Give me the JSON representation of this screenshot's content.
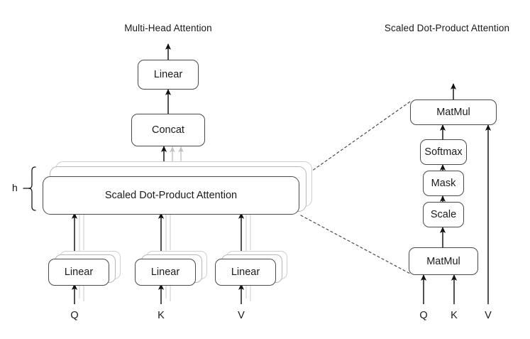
{
  "figure": {
    "type": "diagram",
    "subject": "attention-architecture",
    "background_color": "#ffffff",
    "line_color": "#4a4a4a",
    "ghost_line_color": "#b8b8b8",
    "arrow_color": "#111111",
    "ghost_arrow_color": "#bdbdbd",
    "dashed_color": "#333333"
  },
  "panels": [
    {
      "id": "multi-head",
      "title": "Multi-Head Attention",
      "nodes": [
        {
          "id": "mh-linear-out",
          "label": "Linear"
        },
        {
          "id": "mh-concat",
          "label": "Concat"
        },
        {
          "id": "mh-sdpa",
          "label": "Scaled Dot-Product Attention"
        },
        {
          "id": "mh-linear-q",
          "label": "Linear"
        },
        {
          "id": "mh-linear-k",
          "label": "Linear"
        },
        {
          "id": "mh-linear-v",
          "label": "Linear"
        }
      ],
      "stack_label": "h",
      "inputs": [
        {
          "id": "mh-in-q",
          "label": "Q"
        },
        {
          "id": "mh-in-k",
          "label": "K"
        },
        {
          "id": "mh-in-v",
          "label": "V"
        }
      ]
    },
    {
      "id": "scaled-dot-product",
      "title": "Scaled Dot-Product Attention",
      "nodes": [
        {
          "id": "sdp-matmul-top",
          "label": "MatMul"
        },
        {
          "id": "sdp-softmax",
          "label": "Softmax"
        },
        {
          "id": "sdp-mask",
          "label": "Mask"
        },
        {
          "id": "sdp-scale",
          "label": "Scale"
        },
        {
          "id": "sdp-matmul-bottom",
          "label": "MatMul"
        }
      ],
      "inputs": [
        {
          "id": "sdp-in-q",
          "label": "Q"
        },
        {
          "id": "sdp-in-k",
          "label": "K"
        },
        {
          "id": "sdp-in-v",
          "label": "V"
        }
      ]
    }
  ]
}
